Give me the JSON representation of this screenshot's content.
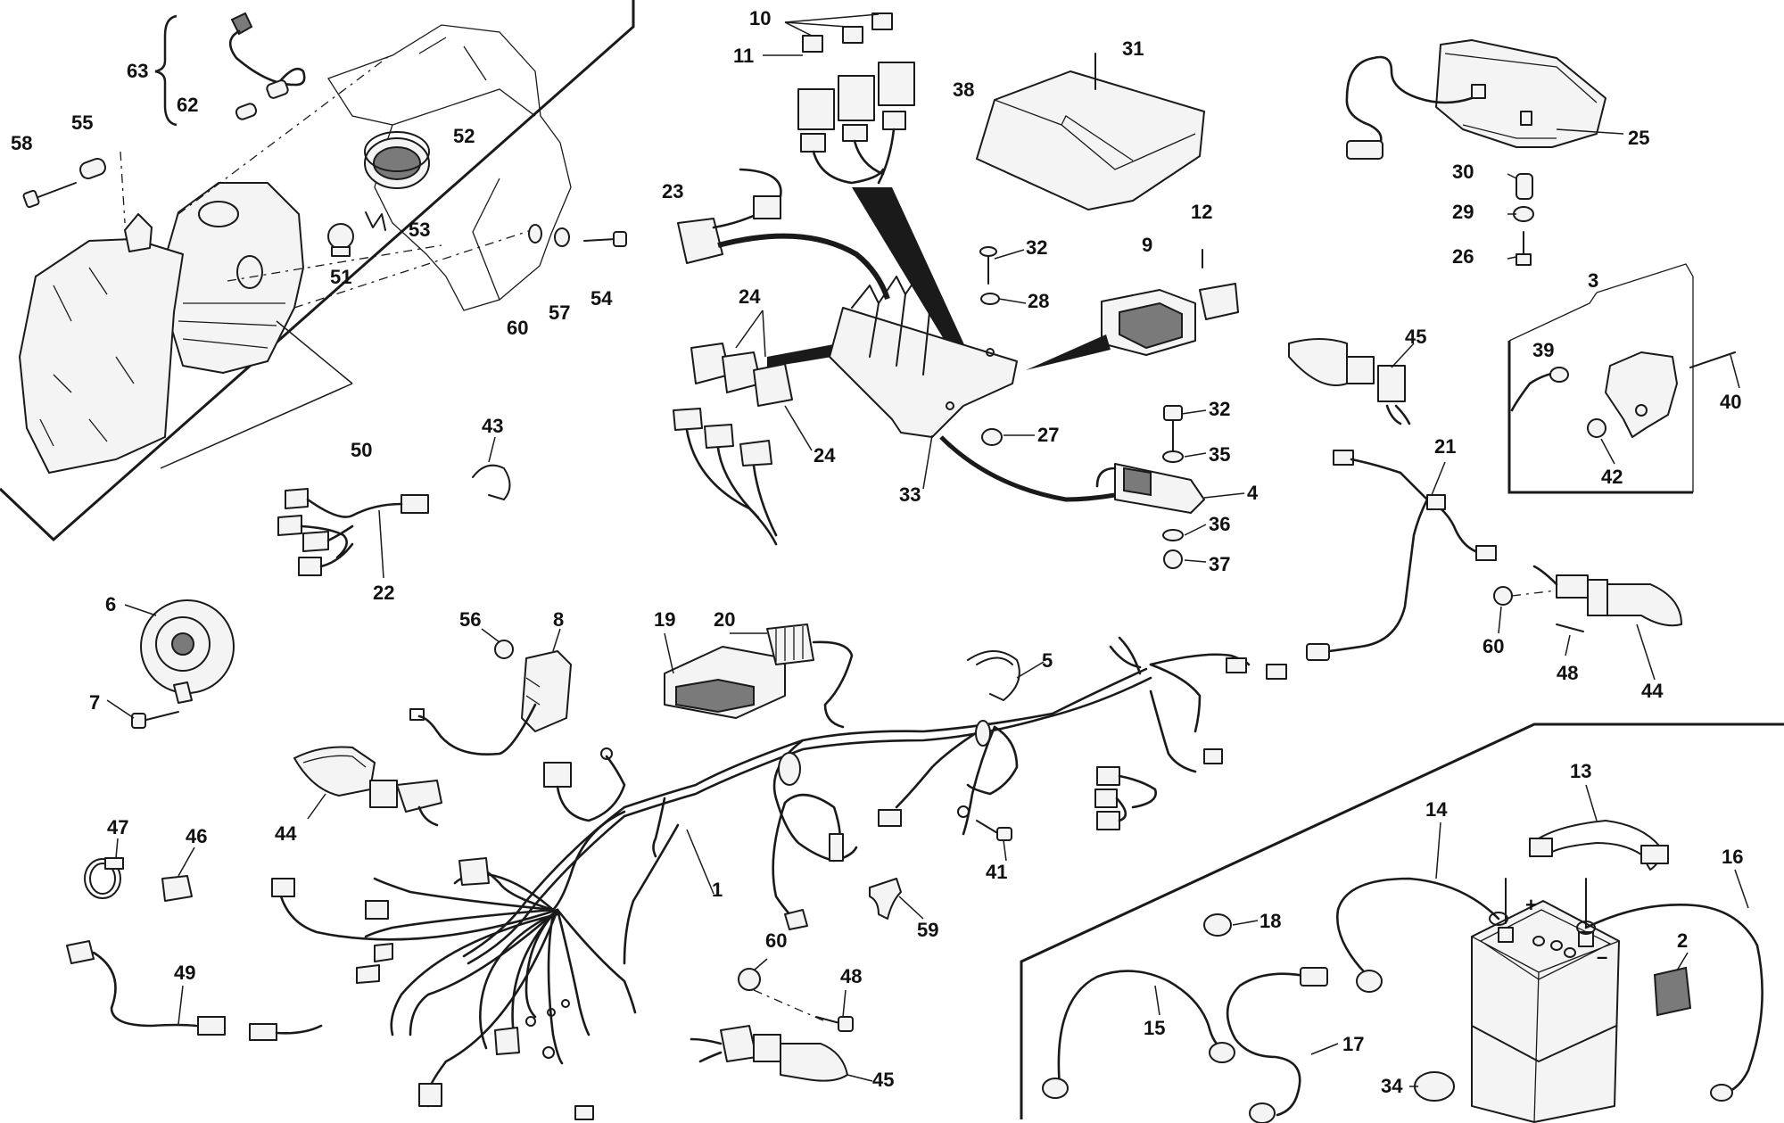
{
  "diagram": {
    "callouts": [
      {
        "id": "c63",
        "text": "63"
      },
      {
        "id": "c62",
        "text": "62"
      },
      {
        "id": "c58",
        "text": "58"
      },
      {
        "id": "c55",
        "text": "55"
      },
      {
        "id": "c52",
        "text": "52"
      },
      {
        "id": "c53",
        "text": "53"
      },
      {
        "id": "c51",
        "text": "51"
      },
      {
        "id": "c60a",
        "text": "60"
      },
      {
        "id": "c57",
        "text": "57"
      },
      {
        "id": "c54",
        "text": "54"
      },
      {
        "id": "c50",
        "text": "50"
      },
      {
        "id": "c10",
        "text": "10"
      },
      {
        "id": "c11",
        "text": "11"
      },
      {
        "id": "c31",
        "text": "31"
      },
      {
        "id": "c38",
        "text": "38"
      },
      {
        "id": "c25",
        "text": "25"
      },
      {
        "id": "c30",
        "text": "30"
      },
      {
        "id": "c29",
        "text": "29"
      },
      {
        "id": "c26",
        "text": "26"
      },
      {
        "id": "c23",
        "text": "23"
      },
      {
        "id": "c32a",
        "text": "32"
      },
      {
        "id": "c28",
        "text": "28"
      },
      {
        "id": "c9",
        "text": "9"
      },
      {
        "id": "c12",
        "text": "12"
      },
      {
        "id": "c24a",
        "text": "24"
      },
      {
        "id": "c24b",
        "text": "24"
      },
      {
        "id": "c27",
        "text": "27"
      },
      {
        "id": "c33",
        "text": "33"
      },
      {
        "id": "c32b",
        "text": "32"
      },
      {
        "id": "c35",
        "text": "35"
      },
      {
        "id": "c4",
        "text": "4"
      },
      {
        "id": "c36",
        "text": "36"
      },
      {
        "id": "c37",
        "text": "37"
      },
      {
        "id": "c3",
        "text": "3"
      },
      {
        "id": "c39",
        "text": "39"
      },
      {
        "id": "c40",
        "text": "40"
      },
      {
        "id": "c42",
        "text": "42"
      },
      {
        "id": "c45a",
        "text": "45"
      },
      {
        "id": "c21",
        "text": "21"
      },
      {
        "id": "c43",
        "text": "43"
      },
      {
        "id": "c22",
        "text": "22"
      },
      {
        "id": "c6",
        "text": "6"
      },
      {
        "id": "c7",
        "text": "7"
      },
      {
        "id": "c56",
        "text": "56"
      },
      {
        "id": "c8",
        "text": "8"
      },
      {
        "id": "c19",
        "text": "19"
      },
      {
        "id": "c20",
        "text": "20"
      },
      {
        "id": "c5",
        "text": "5"
      },
      {
        "id": "c60b",
        "text": "60"
      },
      {
        "id": "c48a",
        "text": "48"
      },
      {
        "id": "c44a",
        "text": "44"
      },
      {
        "id": "c44b",
        "text": "44"
      },
      {
        "id": "c47",
        "text": "47"
      },
      {
        "id": "c46",
        "text": "46"
      },
      {
        "id": "c41",
        "text": "41"
      },
      {
        "id": "c13",
        "text": "13"
      },
      {
        "id": "c14",
        "text": "14"
      },
      {
        "id": "c16",
        "text": "16"
      },
      {
        "id": "c1",
        "text": "1"
      },
      {
        "id": "c59",
        "text": "59"
      },
      {
        "id": "c49",
        "text": "49"
      },
      {
        "id": "c60c",
        "text": "60"
      },
      {
        "id": "c48b",
        "text": "48"
      },
      {
        "id": "c45b",
        "text": "45"
      },
      {
        "id": "c18",
        "text": "18"
      },
      {
        "id": "c2",
        "text": "2"
      },
      {
        "id": "c15",
        "text": "15"
      },
      {
        "id": "c17",
        "text": "17"
      },
      {
        "id": "c34",
        "text": "34"
      }
    ],
    "battery_terminals": {
      "positive": "+",
      "negative": "–"
    }
  }
}
